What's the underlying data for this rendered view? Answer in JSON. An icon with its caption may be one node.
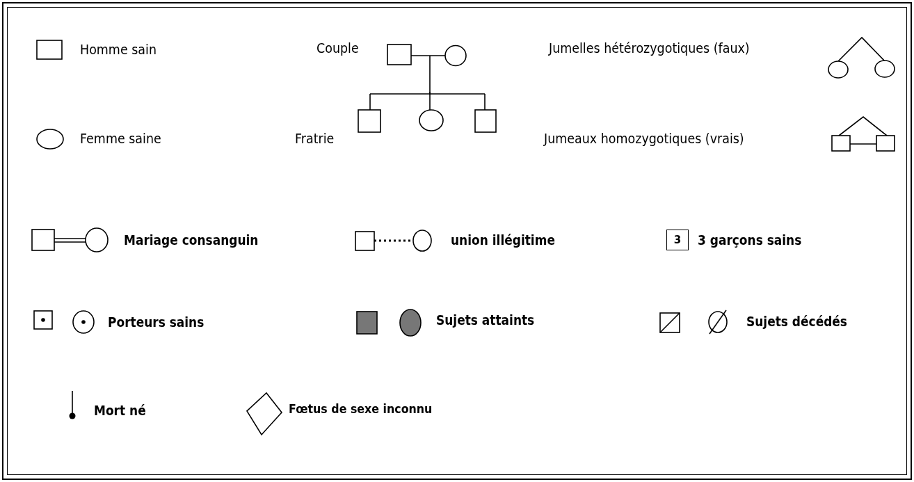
{
  "diagram": {
    "legend": [
      {
        "text": "Homme sain"
      },
      {
        "text": "Couple"
      },
      {
        "text": "Jumelles hétérozygotiques (faux)"
      },
      {
        "text": "Femme saine"
      },
      {
        "text": "Fratrie"
      },
      {
        "text": "Jumeaux homozygotiques (vrais)"
      },
      {
        "text": "Mariage consanguin"
      },
      {
        "text": "union illégitime"
      },
      {
        "text": "3 garçons sains"
      },
      {
        "text": "Porteurs sains"
      },
      {
        "text": "Sujets attaints"
      },
      {
        "text": "Sujets décédés"
      },
      {
        "text": "Mort né"
      },
      {
        "text": "Fœtus de sexe inconnu"
      }
    ],
    "labels": [
      "3"
    ]
  }
}
